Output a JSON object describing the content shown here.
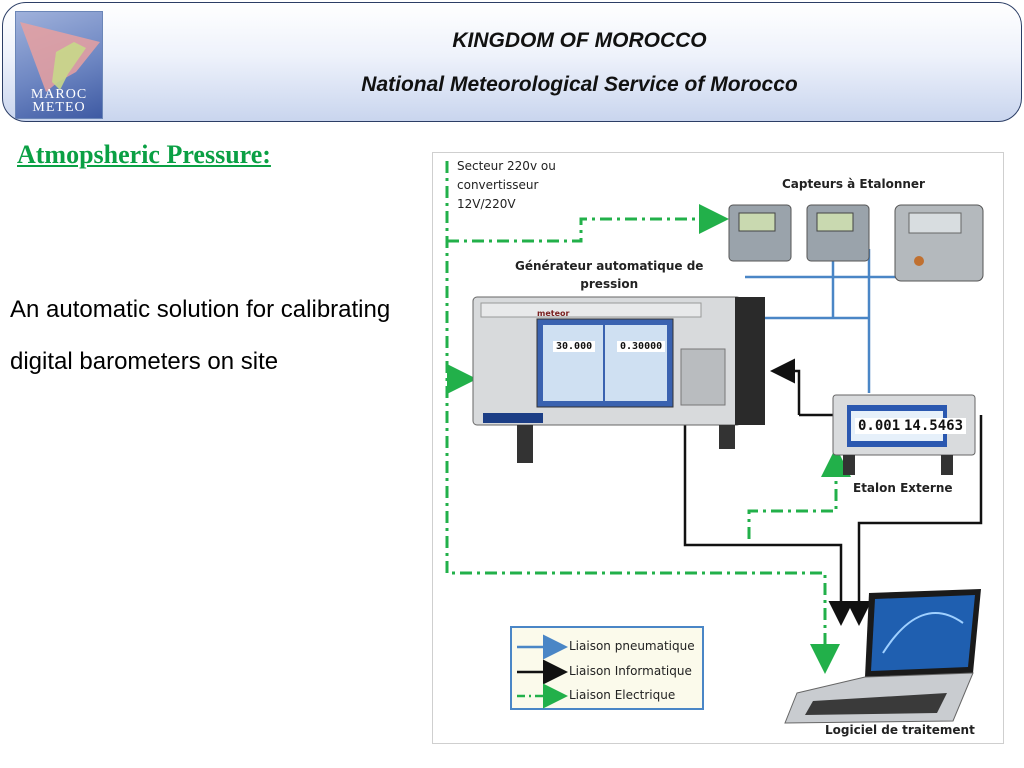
{
  "header": {
    "logo_line1": "MAROC",
    "logo_line2": "METEO",
    "title": "KINGDOM OF MOROCCO",
    "subtitle": "National Meteorological Service of Morocco"
  },
  "slide": {
    "title": "Atmopsheric Pressure:",
    "body": "An automatic solution for calibrating digital barometers on site"
  },
  "diagram": {
    "power_label": [
      "Secteur 220v ou",
      "convertisseur",
      "12V/220V"
    ],
    "sensors_label": "Capteurs à Etalonner",
    "generator_label": [
      "Générateur automatique de",
      "pression"
    ],
    "external_label": "Etalon Externe",
    "software_label": "Logiciel de traitement",
    "generator_brand": "meteor",
    "external_reading_1": "0.001",
    "external_reading_2": "14.5463",
    "generator_reading_1": "30.000",
    "generator_reading_2": "0.30000",
    "legend": [
      {
        "label": "Liaison pneumatique",
        "color": "#4a86c6",
        "style": "solid"
      },
      {
        "label": "Liaison Informatique",
        "color": "#111111",
        "style": "solid"
      },
      {
        "label": "Liaison Electrique",
        "color": "#22b04a",
        "style": "dash-dot"
      }
    ]
  },
  "colors": {
    "title_green": "#0aa044",
    "pneumatic_blue": "#4a86c6",
    "data_black": "#111111",
    "electric_green": "#22b04a"
  }
}
